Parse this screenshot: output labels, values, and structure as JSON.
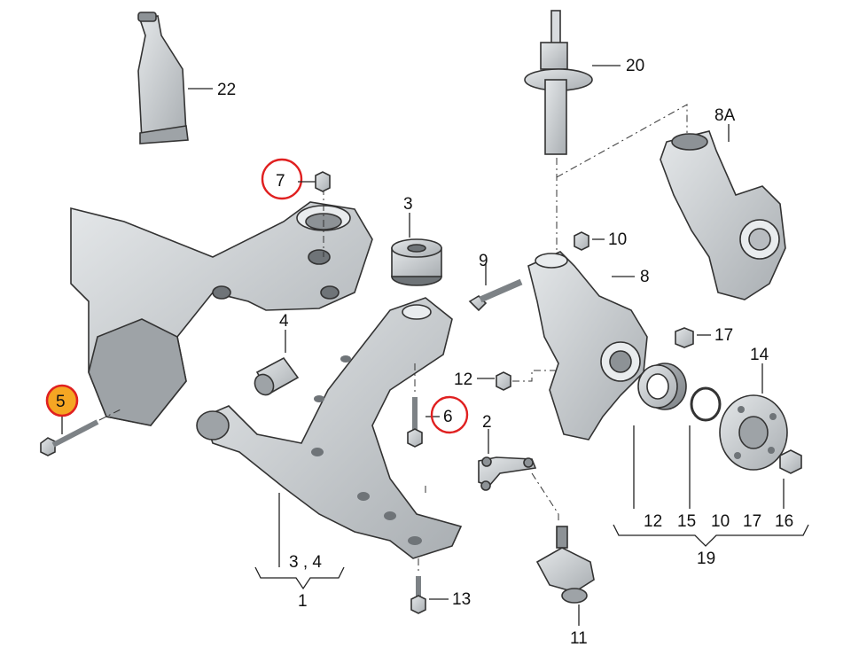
{
  "colors": {
    "part_fill": "#cfd3d6",
    "part_shade": "#9ea3a7",
    "part_dark": "#6f7478",
    "highlight_ring": "#e02020",
    "highlight_fill": "#f5a623"
  },
  "callouts": {
    "c22": "22",
    "c20": "20",
    "c8A": "8A",
    "c7": "7",
    "c3": "3",
    "c10": "10",
    "c9": "9",
    "c8": "8",
    "c4": "4",
    "c17": "17",
    "c14": "14",
    "c5": "5",
    "c12": "12",
    "c6": "6",
    "c2": "2",
    "c3_4": "3 , 4",
    "c1": "1",
    "c13": "13",
    "c11": "11",
    "g12": "12",
    "g15": "15",
    "g10": "10",
    "g17": "17",
    "g16": "16",
    "c19": "19"
  }
}
